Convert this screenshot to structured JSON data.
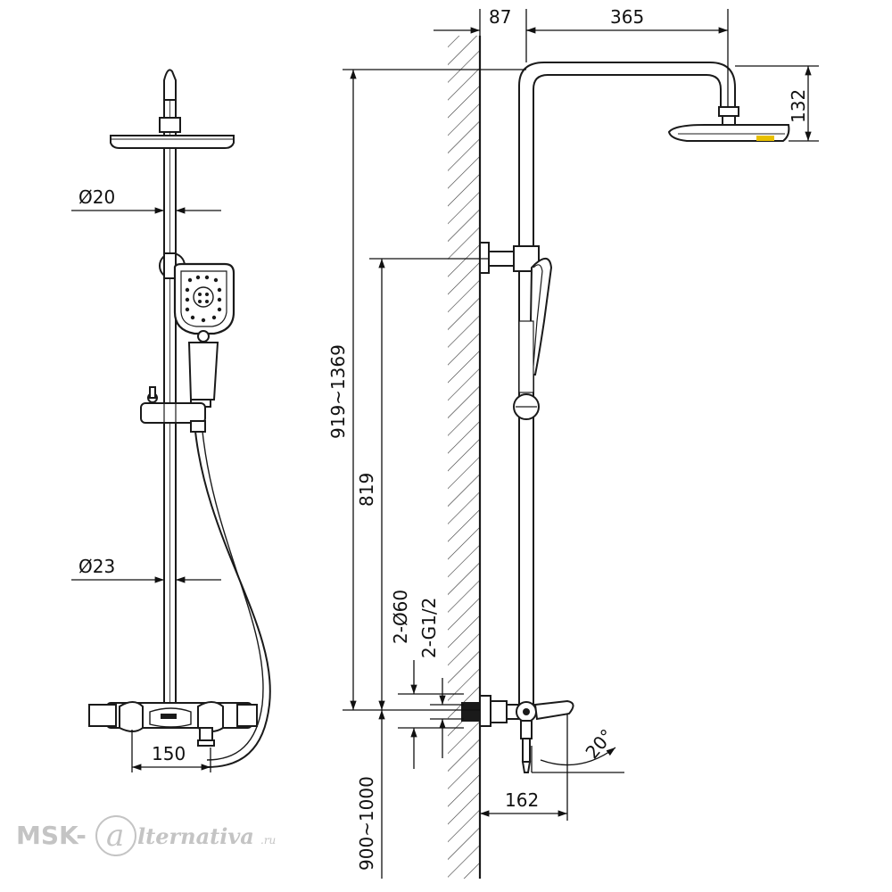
{
  "front_view": {
    "rod_diameter": "Ø20",
    "lower_diameter": "Ø23",
    "mixer_width": "150"
  },
  "side_view": {
    "wall_offset": "87",
    "arm_reach": "365",
    "head_drop": "132",
    "total_height": "919~1369",
    "bracket_height": "819",
    "inlet_diameter": "2-Ø60",
    "inlet_thread": "2-G1/2",
    "mount_height": "900~1000",
    "spout_reach": "162",
    "spout_angle": "20°"
  },
  "watermark": {
    "prefix": "MSK-",
    "letter": "a",
    "suffix": "lternativa",
    "domain": ".ru"
  },
  "colors": {
    "line": "#1a1a1a",
    "chrome": "#9a9a9a",
    "accent": "#e8c000",
    "watermark": "#c4c4c4"
  }
}
